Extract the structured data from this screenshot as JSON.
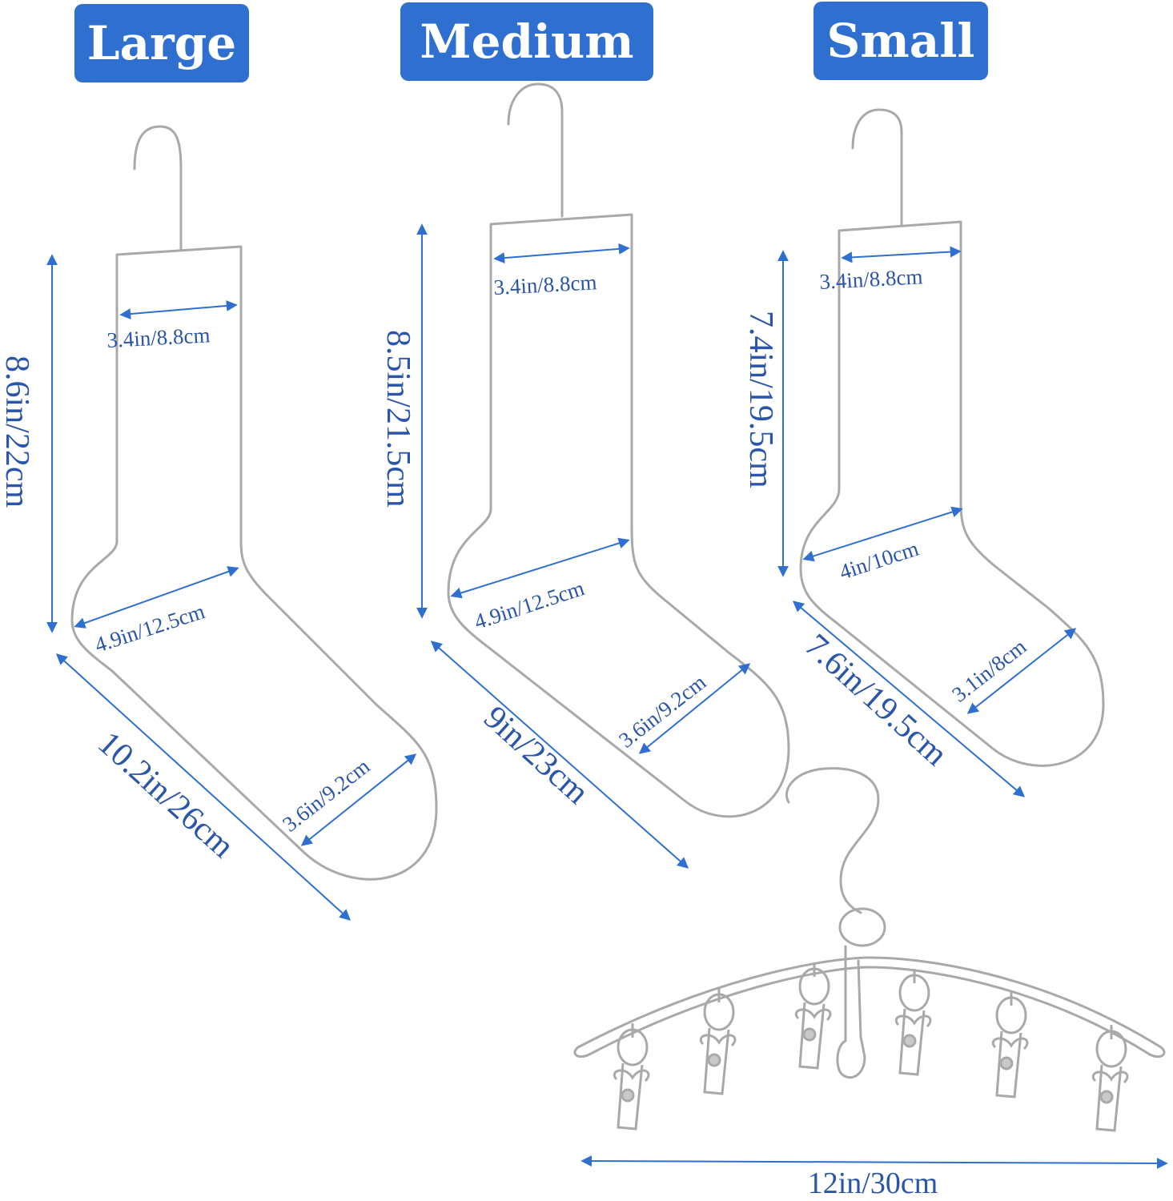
{
  "sizes": {
    "large": {
      "label": "Large",
      "top_width": "3.4in/8.8cm",
      "height": "8.6in/22cm",
      "heel_width": "4.9in/12.5cm",
      "foot_length": "10.2in/26cm",
      "toe_width": "3.6in/9.2cm"
    },
    "medium": {
      "label": "Medium",
      "top_width": "3.4in/8.8cm",
      "height": "8.5in/21.5cm",
      "heel_width": "4.9in/12.5cm",
      "foot_length": "9in/23cm",
      "toe_width": "3.6in/9.2cm"
    },
    "small": {
      "label": "Small",
      "top_width": "3.4in/8.8cm",
      "height": "7.4in/19.5cm",
      "heel_width": "4in/10cm",
      "foot_length": "7.6in/19.5cm",
      "toe_width": "3.1in/8cm"
    }
  },
  "hanger": {
    "width": "12in/30cm",
    "clip_count": 6
  },
  "colors": {
    "badge": "#2f6fd0",
    "dimension": "#2f6fd0",
    "label_text": "#2a55a8",
    "wire": "#a9a9a9"
  }
}
